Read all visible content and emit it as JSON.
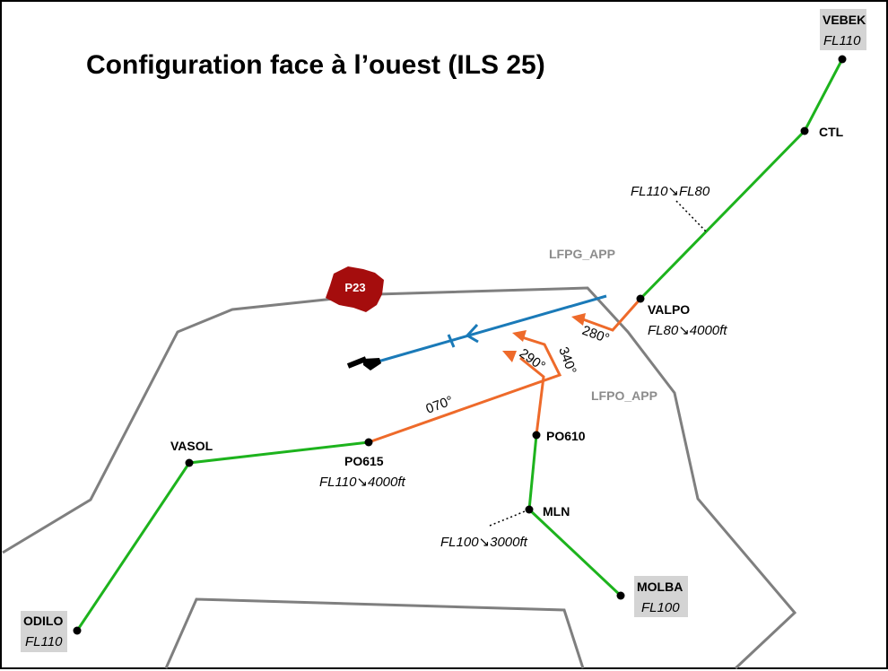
{
  "title": "Configuration face à l’ouest (ILS 25)",
  "sectors": {
    "lfpg": "LFPG_APP",
    "lfpo": "LFPO_APP"
  },
  "restricted_area": "P23",
  "waypoints": {
    "vebek": {
      "name": "VEBEK",
      "level": "FL110"
    },
    "ctl": {
      "name": "CTL"
    },
    "valpo": {
      "name": "VALPO",
      "level": "FL80↘4000ft"
    },
    "po610": {
      "name": "PO610"
    },
    "po615": {
      "name": "PO615",
      "level": "FL110↘4000ft"
    },
    "vasol": {
      "name": "VASOL"
    },
    "odilo": {
      "name": "ODILO",
      "level": "FL110"
    },
    "mln": {
      "name": "MLN"
    },
    "molba": {
      "name": "MOLBA",
      "level": "FL100"
    }
  },
  "constraints": {
    "ctl_valpo": "FL110↘FL80",
    "mln": "FL100↘3000ft"
  },
  "headings": {
    "h280": "280°",
    "h290": "290°",
    "h340": "340°",
    "h070": "070°"
  },
  "colors": {
    "route": "#1db31d",
    "vector": "#ee6a2a",
    "ils": "#1a7ab8",
    "sector_line": "#7f7f7f",
    "restricted": "#a50d0d",
    "gate_box": "#d4d4d4"
  },
  "icons": [
    "runway-icon",
    "arrow-icon"
  ]
}
